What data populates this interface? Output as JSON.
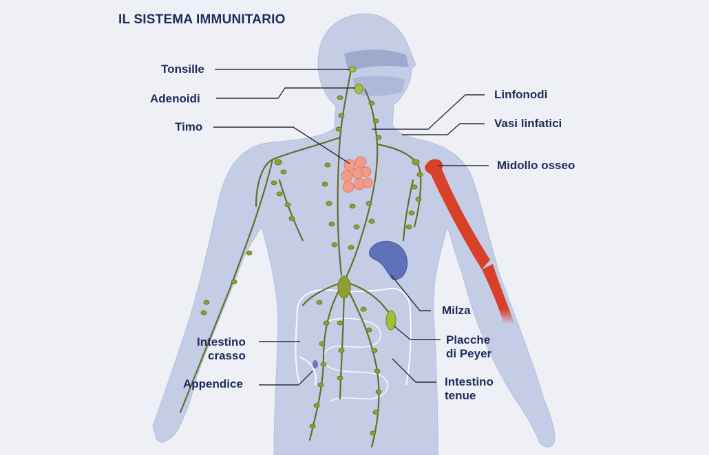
{
  "title": "IL SISTEMA IMMUNITARIO",
  "labels": {
    "tonsille": "Tonsille",
    "adenoidi": "Adenoidi",
    "timo": "Timo",
    "linfonodi": "Linfonodi",
    "vasi_linfatici": "Vasi linfatici",
    "midollo_osseo": "Midollo osseo",
    "milza": "Milza",
    "placche_line1": "Placche",
    "placche_line2": "di Peyer",
    "intestino_crasso_line1": "Intestino",
    "intestino_crasso_line2": "crasso",
    "appendice": "Appendice",
    "intestino_tenue_line1": "Intestino",
    "intestino_tenue_line2": "tenue"
  },
  "colors": {
    "background": "#eef0f6",
    "body": "#c5cde6",
    "lymph_nodes": "#8fa031",
    "lymph_vessels": "#5f6f2a",
    "thymus": "#f29a86",
    "bone_marrow": "#d8402a",
    "spleen": "#5f71b8",
    "label_text": "#1c2b5a"
  }
}
